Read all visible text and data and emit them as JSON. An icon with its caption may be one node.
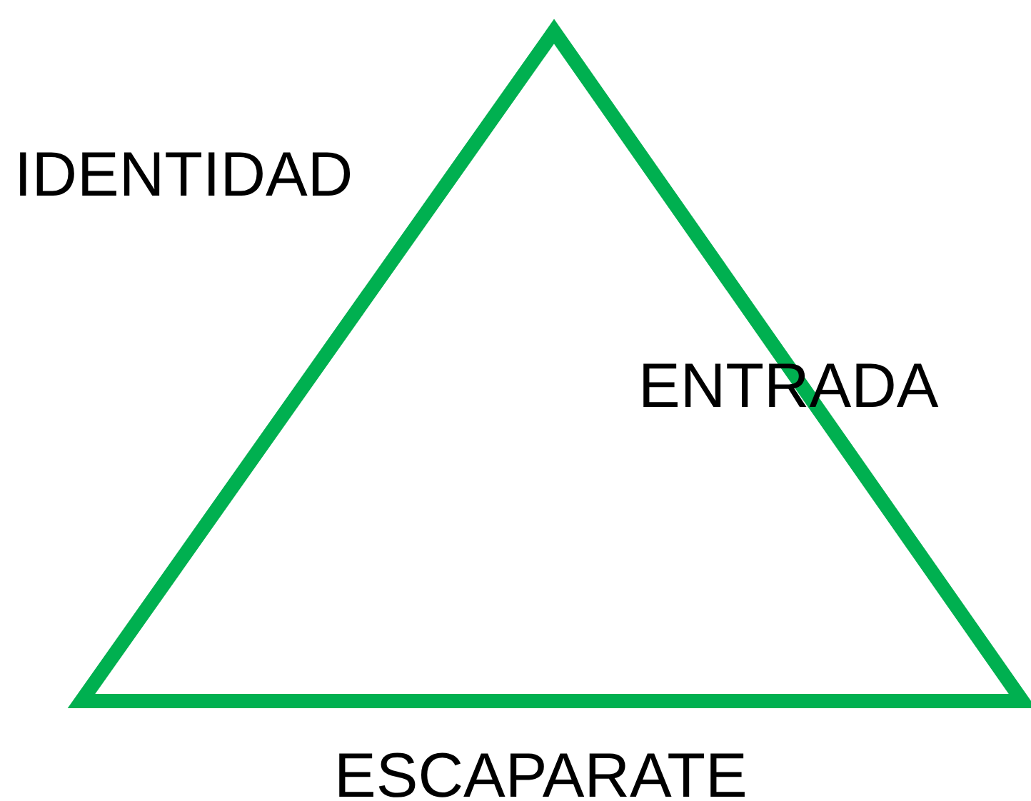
{
  "diagram": {
    "labels": [
      "IDENTIDAD",
      "ENTRADA",
      "ESCAPARATE"
    ]
  }
}
